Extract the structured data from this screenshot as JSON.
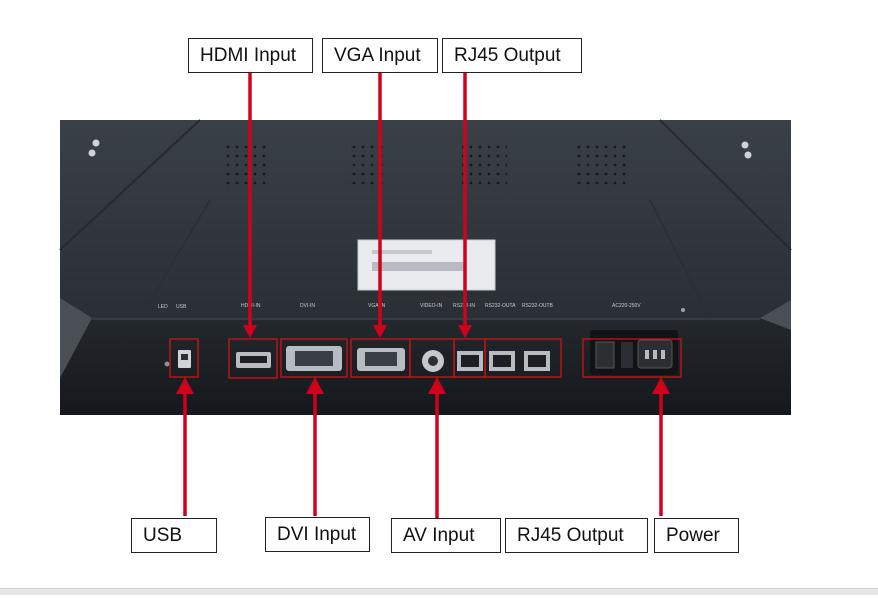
{
  "labels": {
    "hdmi_input": "HDMI Input",
    "vga_input": "VGA Input",
    "rj45_output_top": "RJ45 Output",
    "usb": "USB",
    "dvi_input": "DVI Input",
    "av_input": "AV Input",
    "rj45_output_bottom": "RJ45 Output",
    "power": "Power"
  },
  "panel_silkscreen": {
    "led": "LED",
    "usb": "USB",
    "hdmi_in": "HDMI-IN",
    "dvi_in": "DVI-IN",
    "vga_in": "VGA-IN",
    "video_in": "VIDEO-IN",
    "rs232_in": "RS232-IN",
    "rs232_outa": "RS232-OUTA",
    "rs232_outb": "RS232-OUTB",
    "ac": "AC220-250V"
  },
  "colors": {
    "arrow": "#d0021b",
    "highlight_box": "#e01010",
    "device_body": "#2f343b",
    "device_front": "#1d2126"
  }
}
